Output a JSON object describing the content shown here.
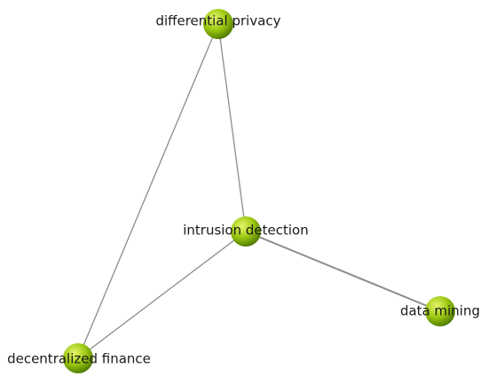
{
  "graph": {
    "nodes": [
      {
        "id": "differential-privacy",
        "label": "differential privacy"
      },
      {
        "id": "intrusion-detection",
        "label": "intrusion detection"
      },
      {
        "id": "data-mining",
        "label": "data mining"
      },
      {
        "id": "decentralized-finance",
        "label": "decentralized finance"
      }
    ],
    "edges": [
      {
        "source": "differential-privacy",
        "target": "intrusion-detection"
      },
      {
        "source": "differential-privacy",
        "target": "decentralized-finance"
      },
      {
        "source": "intrusion-detection",
        "target": "decentralized-finance"
      },
      {
        "source": "intrusion-detection",
        "target": "data-mining"
      }
    ],
    "colors": {
      "node_light": "#e6f56a",
      "node_mid": "#9cc811",
      "node_dark": "#4f7a00",
      "edge": "#8c8c8c",
      "label": "#1a1a1a"
    }
  }
}
